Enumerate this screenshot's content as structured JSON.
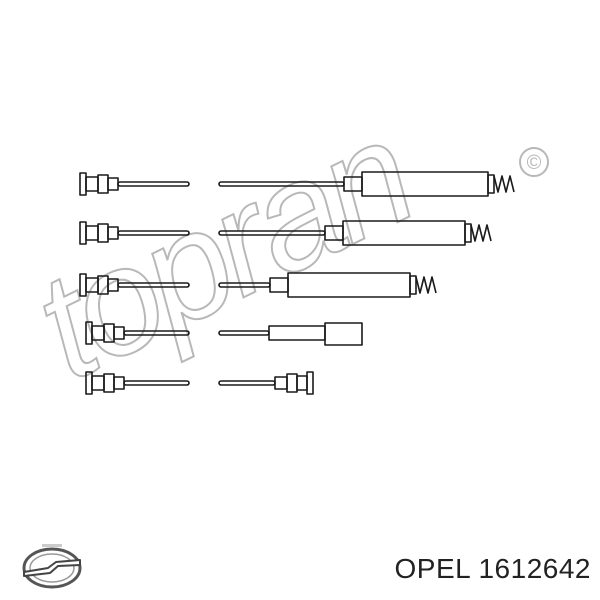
{
  "caption": {
    "brand": "OPEL",
    "part_number": "1612642"
  },
  "watermark": {
    "text": "topran",
    "symbol": "©"
  },
  "diagram": {
    "subject": "ignition cable set",
    "cable_count": 5
  },
  "colors": {
    "line": "#1a1a1a",
    "watermark": "#b8b8b8",
    "background": "#ffffff"
  },
  "icons": [
    "opel-logo-icon",
    "copyright-icon"
  ]
}
